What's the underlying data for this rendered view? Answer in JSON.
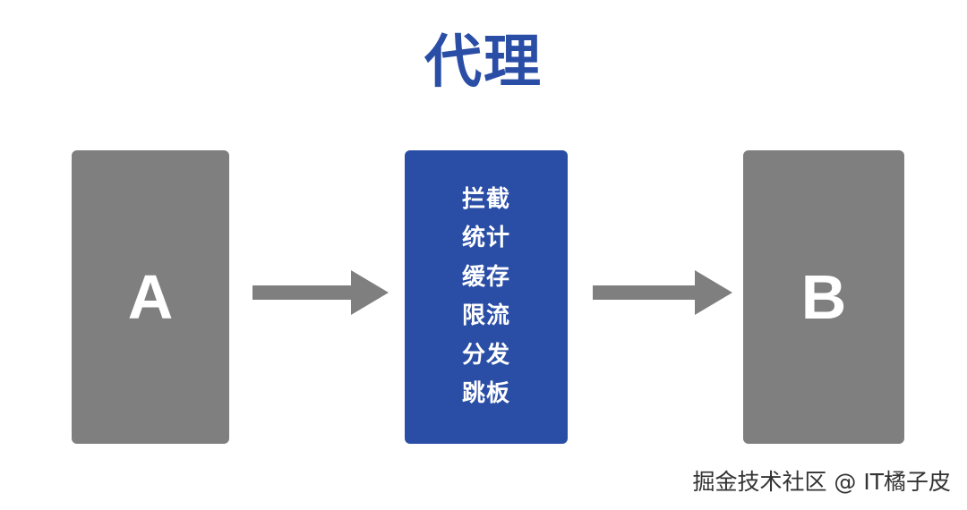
{
  "title": "代理",
  "nodes": {
    "source": {
      "label": "A"
    },
    "target": {
      "label": "B"
    },
    "proxy": {
      "functions": [
        "拦截",
        "统计",
        "缓存",
        "限流",
        "分发",
        "跳板"
      ]
    }
  },
  "colors": {
    "title": "#2a4ea6",
    "proxy_box": "#2a4ea6",
    "node_box": "#7f7f7f",
    "arrow": "#7f7f7f"
  },
  "watermark": "掘金技术社区 @ IT橘子皮"
}
